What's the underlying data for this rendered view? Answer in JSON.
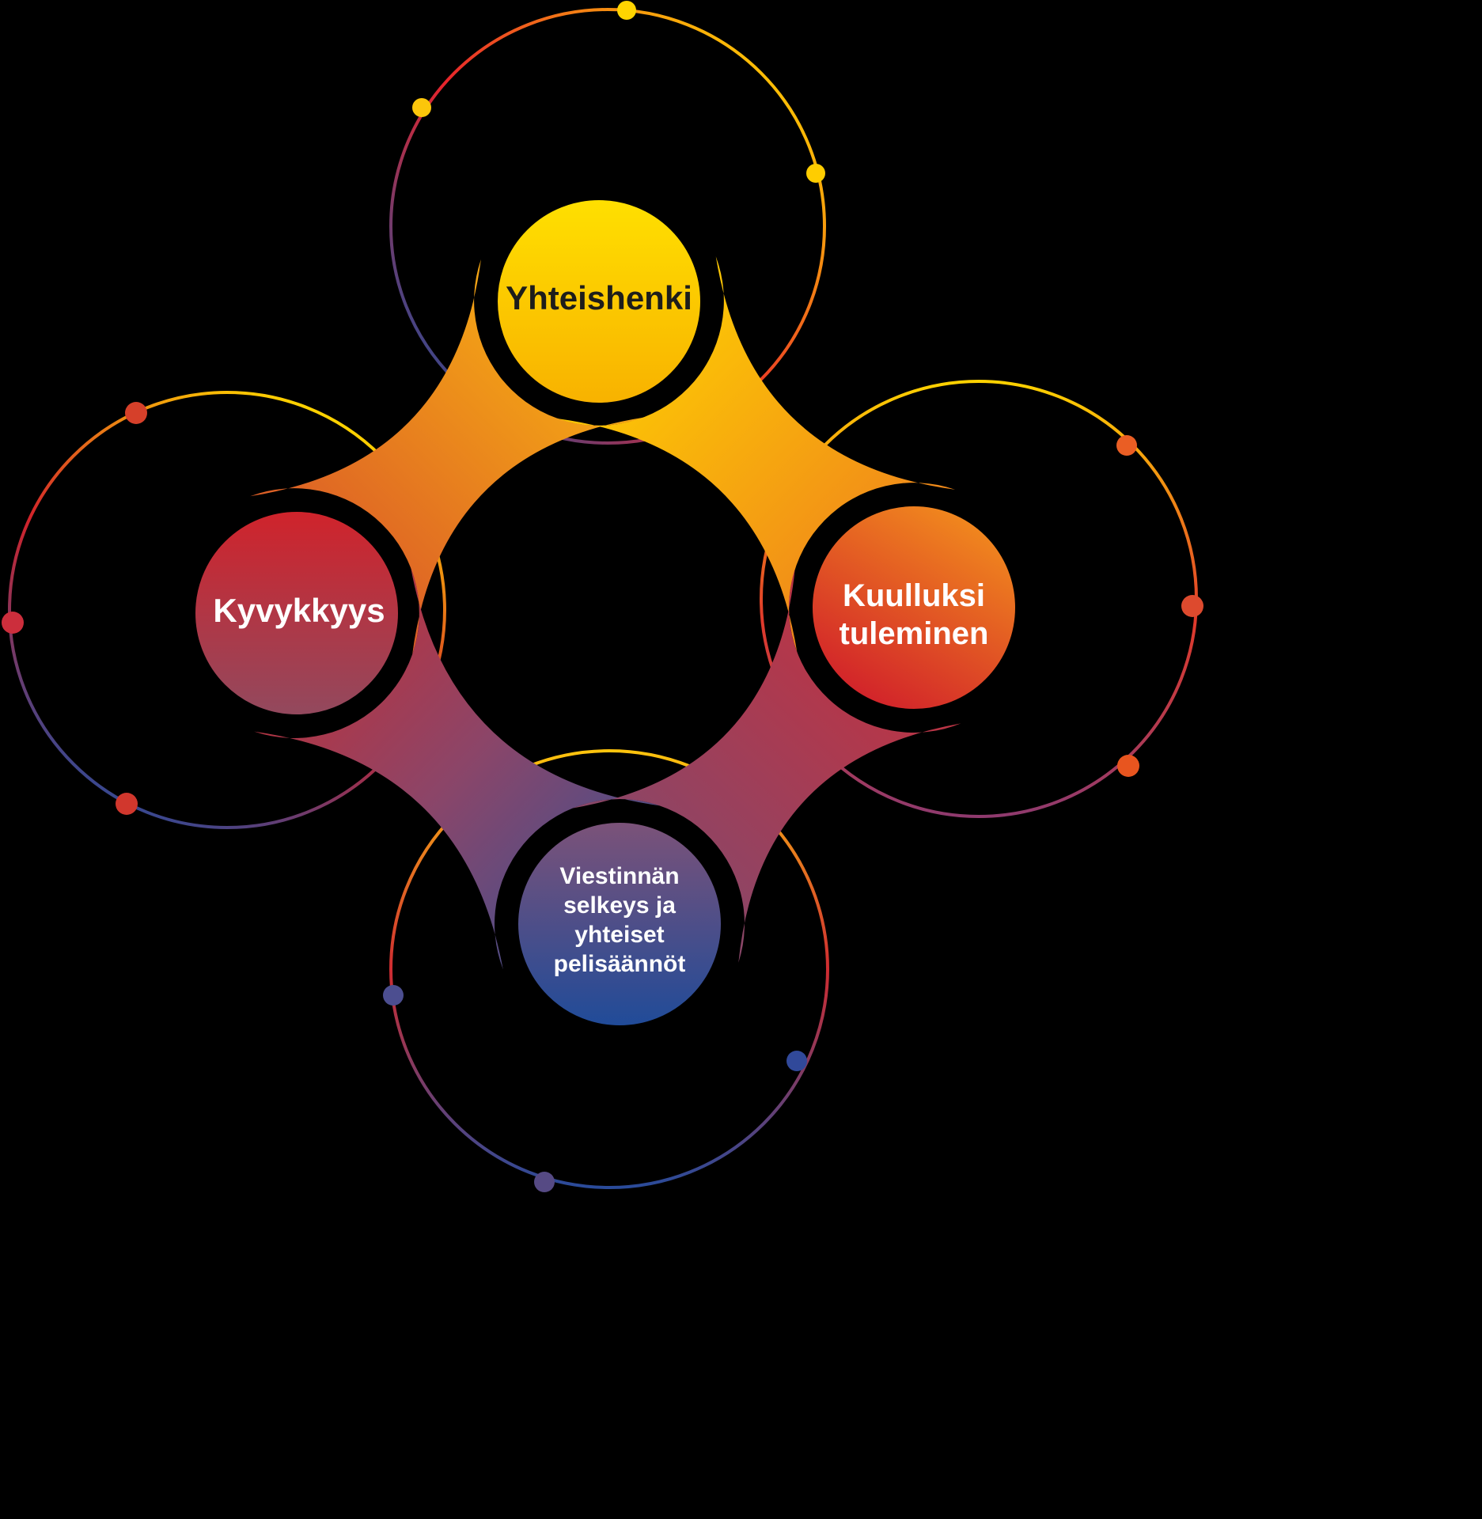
{
  "background_color": "#000000",
  "nodes": {
    "top": {
      "label": "Yhteishenki",
      "fill": [
        "#ffe000",
        "#f8b100"
      ],
      "text_color": "#1d1d1b"
    },
    "left": {
      "label": "Kyvykkyys",
      "fill": [
        "#d0232b",
        "#92495e"
      ],
      "text_color": "#ffffff"
    },
    "right": {
      "label": "Kuulluksi tuleminen",
      "fill": [
        "#f0861e",
        "#d2232a"
      ],
      "text_color": "#ffffff"
    },
    "bottom": {
      "label": "Viestinnän selkeys ja yhteiset pelisäännöt",
      "fill": [
        "#7d5278",
        "#1f4b99"
      ],
      "text_color": "#ffffff"
    }
  },
  "connectors": {
    "top_left": [
      "#f9b411",
      "#d8512a"
    ],
    "top_right": [
      "#ffd300",
      "#ee7d1e"
    ],
    "left_bottom": [
      "#c03038",
      "#8c4568",
      "#41508f"
    ],
    "right_bottom": [
      "#c5313e",
      "#7f4a6f"
    ]
  },
  "rings": {
    "top": {
      "stroke": [
        "#ffd200",
        "#e8242b",
        "#1f4b99"
      ],
      "dots": [
        "#ffd400",
        "#fcc60b",
        "#ffcd00"
      ]
    },
    "left": {
      "stroke": [
        "#ffd200",
        "#d2232a",
        "#2a4b99"
      ],
      "dots": [
        "#d6402a",
        "#cc2e3c",
        "#d1372d"
      ]
    },
    "right": {
      "stroke": [
        "#ffd200",
        "#e03a2b",
        "#8f3a6e"
      ],
      "dots": [
        "#ea5e24",
        "#dd4a2e",
        "#e8551f"
      ]
    },
    "bottom": {
      "stroke": [
        "#ffc40d",
        "#cf2c31",
        "#2a4b9a"
      ],
      "dots": [
        "#4c4e90",
        "#31499a",
        "#564a84"
      ]
    }
  }
}
